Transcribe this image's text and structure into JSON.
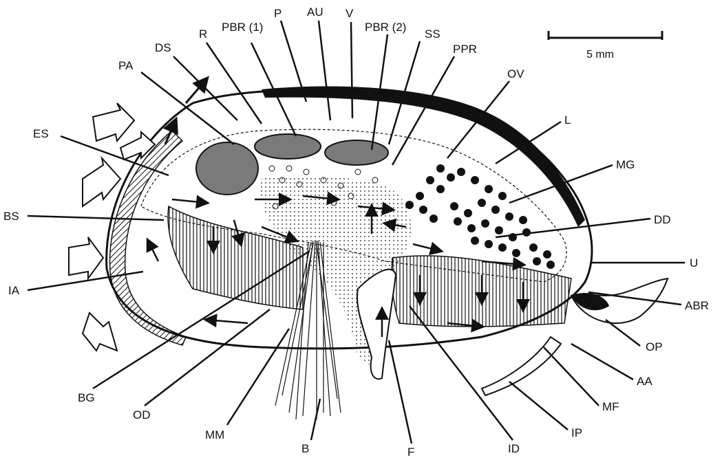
{
  "colors": {
    "ink": "#111111",
    "paper": "#ffffff",
    "shade": "#7a7a7a",
    "light": "#d9d9d9"
  },
  "scale_bar": {
    "label": "5 mm"
  },
  "labels": {
    "DS": "DS",
    "R": "R",
    "PBR1": "PBR (1)",
    "P": "P",
    "AU": "AU",
    "V": "V",
    "PBR2": "PBR (2)",
    "SS": "SS",
    "PPR": "PPR",
    "OV": "OV",
    "L": "L",
    "MG": "MG",
    "DD": "DD",
    "U": "U",
    "ABR": "ABR",
    "OP": "OP",
    "AA": "AA",
    "MF": "MF",
    "IP": "IP",
    "ID": "ID",
    "F": "F",
    "B": "B",
    "MM": "MM",
    "OD": "OD",
    "BG": "BG",
    "IA": "IA",
    "BS": "BS",
    "ES": "ES",
    "PA": "PA"
  }
}
